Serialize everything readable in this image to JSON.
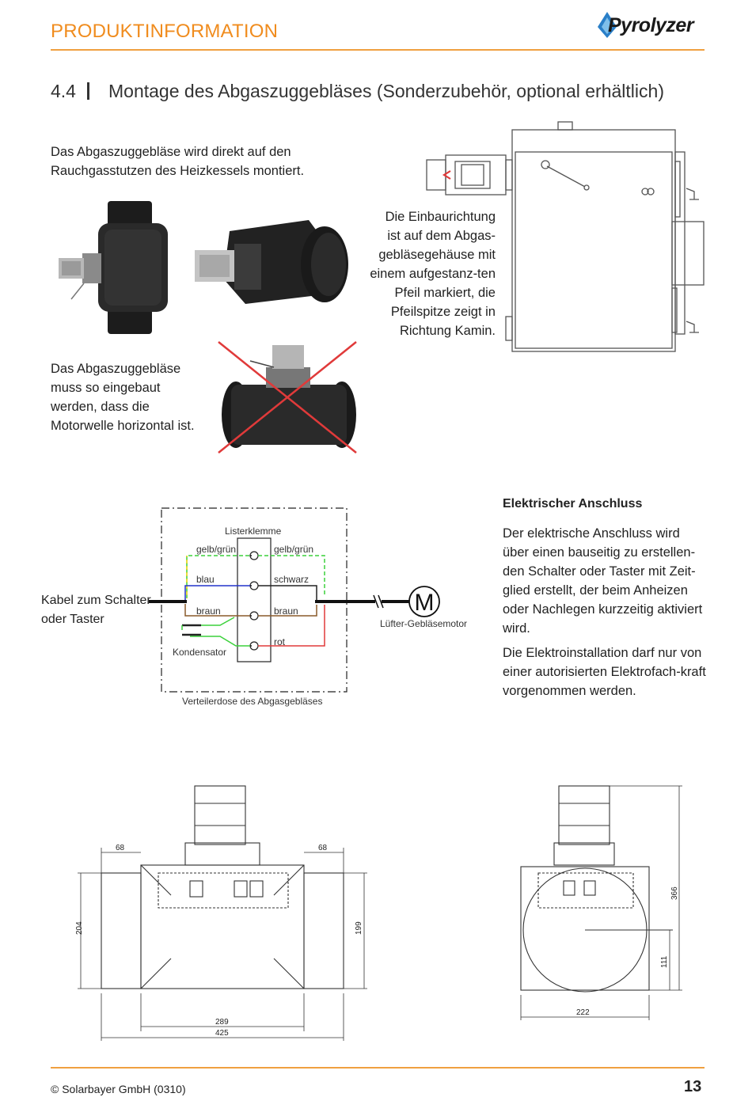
{
  "header": {
    "title": "PRODUKTINFORMATION",
    "logo_text": "Pyrolyzer",
    "accent_color": "#f08c1e"
  },
  "section": {
    "number": "4.4",
    "title": "Montage des Abgaszuggebläses (Sonderzubehör, optional erhältlich)"
  },
  "texts": {
    "mount_intro": "Das Abgaszuggebläse wird direkt auf den Rauchgasstutzen des Heizkessels montiert.",
    "mount_horizontal": "Das Abgaszuggebläse muss so eingebaut werden, dass die Motorwelle horizontal ist.",
    "direction_note": "Die Einbaurichtung ist auf dem Abgas-gebläsegehäuse mit einem aufgestanz-ten Pfeil markiert, die Pfeilspitze zeigt in Richtung Kamin."
  },
  "wiring": {
    "cable_label": "Kabel zum Schalter oder Taster",
    "terminal_label": "Listerklemme",
    "left_wires": [
      "gelb/grün",
      "blau",
      "braun"
    ],
    "right_wires": [
      "gelb/grün",
      "schwarz",
      "braun",
      "rot"
    ],
    "capacitor_label": "Kondensator",
    "motor_symbol": "M",
    "motor_label": "Lüfter-Gebläsemotor",
    "box_label": "Verteilerdose des Abgasgebläses"
  },
  "electrical": {
    "title": "Elektrischer Anschluss",
    "para1": "Der elektrische Anschluss wird über einen bauseitig zu erstellen-den Schalter oder Taster mit Zeit-glied erstellt, der beim Anheizen oder Nachlegen kurzzeitig aktiviert wird.",
    "para2": "Die Elektroinstallation darf nur von einer autorisierten Elektrofach-kraft vorgenommen werden."
  },
  "dimensions": {
    "front": {
      "top_left": "68",
      "top_right": "68",
      "left_height": "204",
      "right_height": "199",
      "inner_width": "289",
      "total_width": "425"
    },
    "side": {
      "width": "222",
      "height_total": "366",
      "height_axis": "111"
    }
  },
  "footer": {
    "copyright": "© Solarbayer GmbH (0310)",
    "page": "13"
  }
}
